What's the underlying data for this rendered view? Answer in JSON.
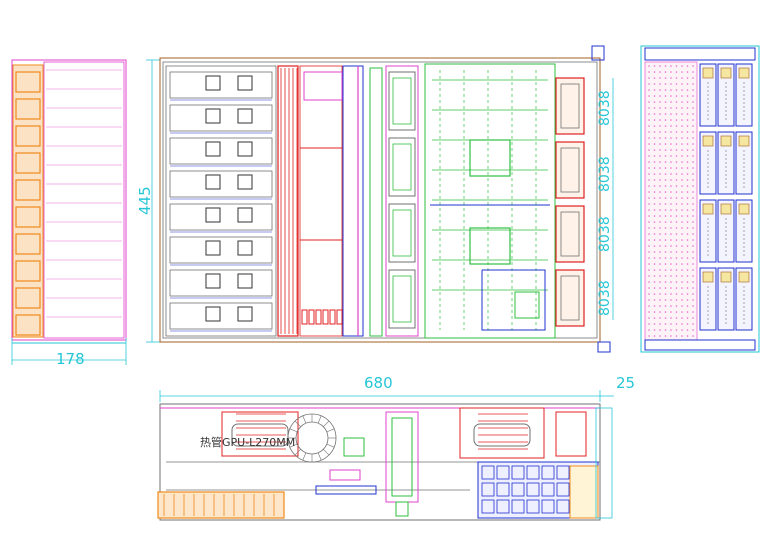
{
  "drawing": {
    "dimensions": {
      "side_width": "178",
      "height": "445",
      "length": "680",
      "offset": "25",
      "fan_labels": [
        "8038",
        "8038",
        "8038",
        "8038"
      ]
    },
    "annotation": "热管GPU-L270MM",
    "colors": {
      "dimension": "#26c6d6",
      "orange": "#f08a1c",
      "magenta": "#e040c8",
      "green": "#2fbf3f",
      "red": "#e02020",
      "blue": "#2030d0",
      "gray": "#707070",
      "brown": "#a06020"
    }
  }
}
